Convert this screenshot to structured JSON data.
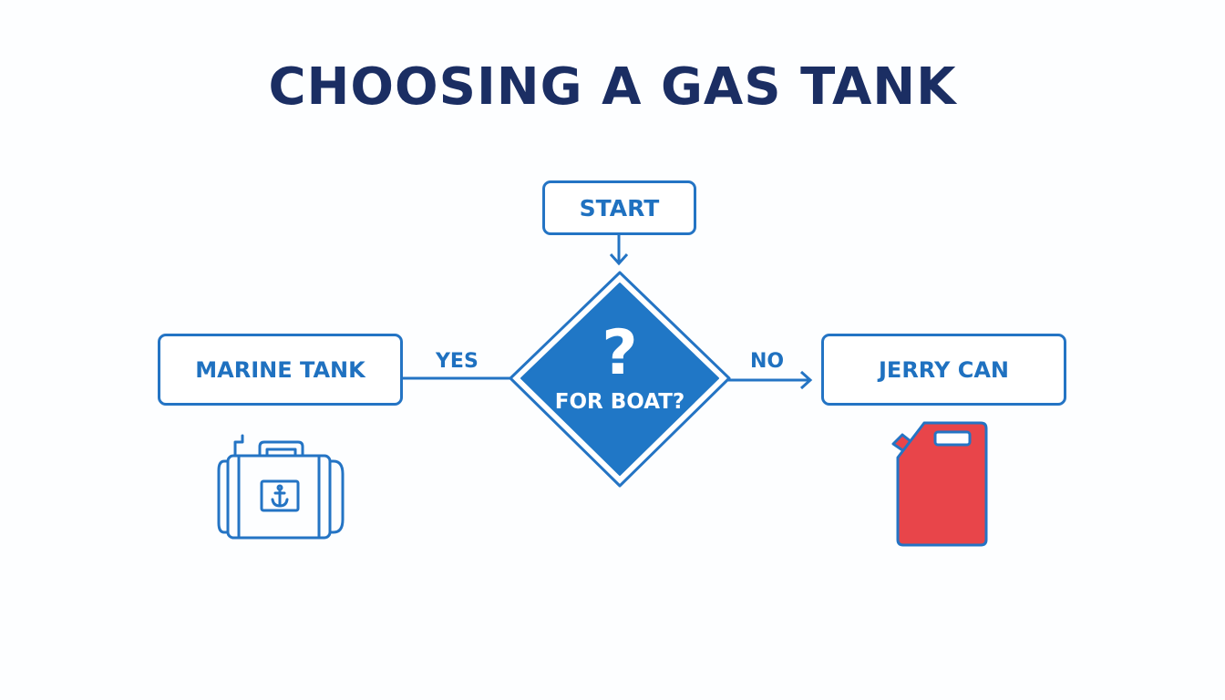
{
  "title": "CHOOSING A GAS TANK",
  "nodes": {
    "start": "START",
    "decision_symbol": "?",
    "decision": "FOR BOAT?",
    "yes_result": "MARINE TANK",
    "no_result": "JERRY CAN"
  },
  "edges": {
    "yes": "YES",
    "no": "NO"
  },
  "icons": {
    "yes_result": "marine-fuel-tank-icon",
    "no_result": "jerry-can-icon"
  },
  "colors": {
    "title": "#1b2e63",
    "accent": "#2474c4",
    "decision_fill": "#2077c6",
    "jerry_can": "#e8454a"
  }
}
